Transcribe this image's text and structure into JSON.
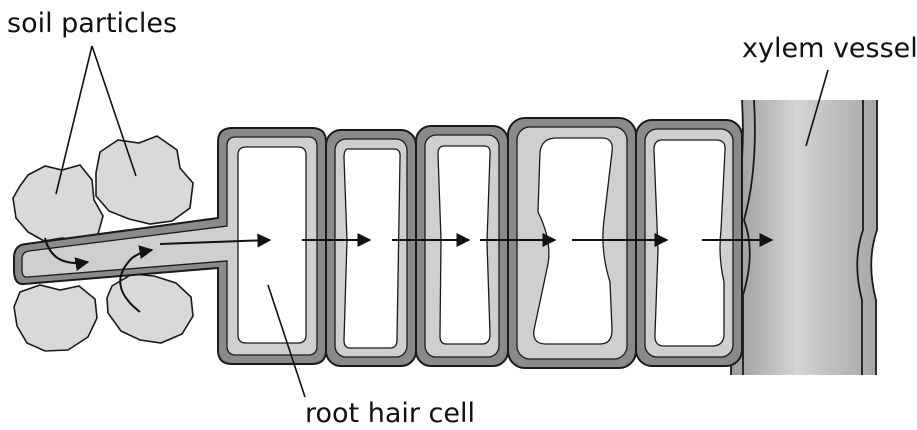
{
  "labels": {
    "soil_particles": "soil particles",
    "xylem_vessel": "xylem vessel",
    "root_hair_cell": "root hair cell"
  },
  "colors": {
    "outline": "#1a1a1a",
    "cell_wall": "#8a8a8a",
    "cytoplasm": "#cfcfcf",
    "vacuole": "#ffffff",
    "soil": "#d9d9d9",
    "xylem_fill": "#b7b7b7"
  }
}
